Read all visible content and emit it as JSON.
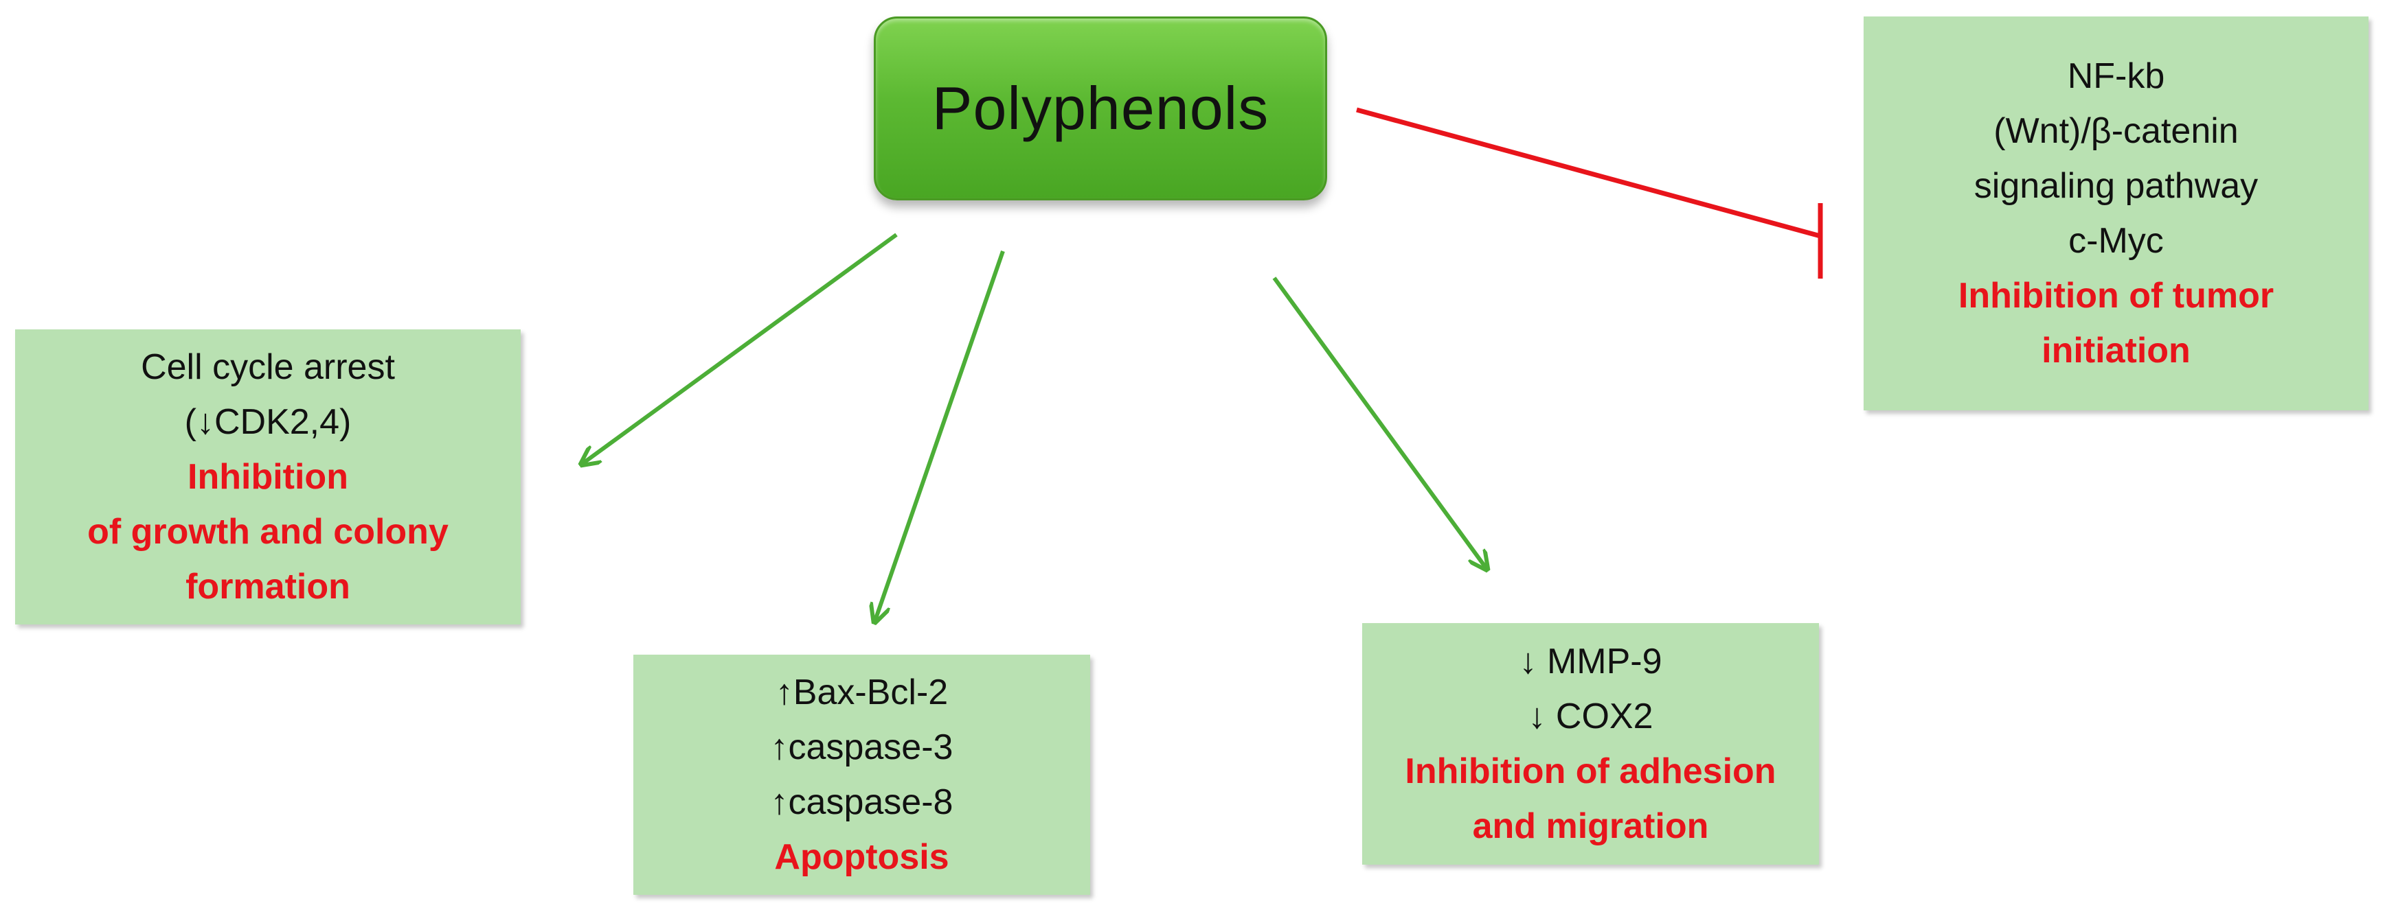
{
  "center": {
    "label": "Polyphenols",
    "color": "#5cb932"
  },
  "boxes": {
    "cell_cycle": {
      "lines": [
        "Cell cycle arrest",
        "(↓CDK2,4)"
      ],
      "effect": [
        "Inhibition",
        "of growth and colony",
        "formation"
      ]
    },
    "apoptosis": {
      "lines": [
        "↑Bax-Bcl-2",
        "↑caspase-3",
        "↑caspase-8"
      ],
      "effect": [
        "Apoptosis"
      ]
    },
    "adhesion": {
      "lines": [
        "↓ MMP-9",
        "↓ COX2"
      ],
      "effect": [
        "Inhibition of adhesion",
        "and migration"
      ]
    },
    "tumor": {
      "lines": [
        "NF-kb",
        "(Wnt)/β-catenin",
        "signaling pathway",
        "c-Myc"
      ],
      "effect": [
        "Inhibition of tumor",
        "initiation"
      ]
    }
  },
  "colors": {
    "box_fill": "#b9e1b2",
    "activation_arrow": "#4cae37",
    "inhibition_line": "#e8141b",
    "effect_text": "#e8141b",
    "text": "#111111"
  }
}
